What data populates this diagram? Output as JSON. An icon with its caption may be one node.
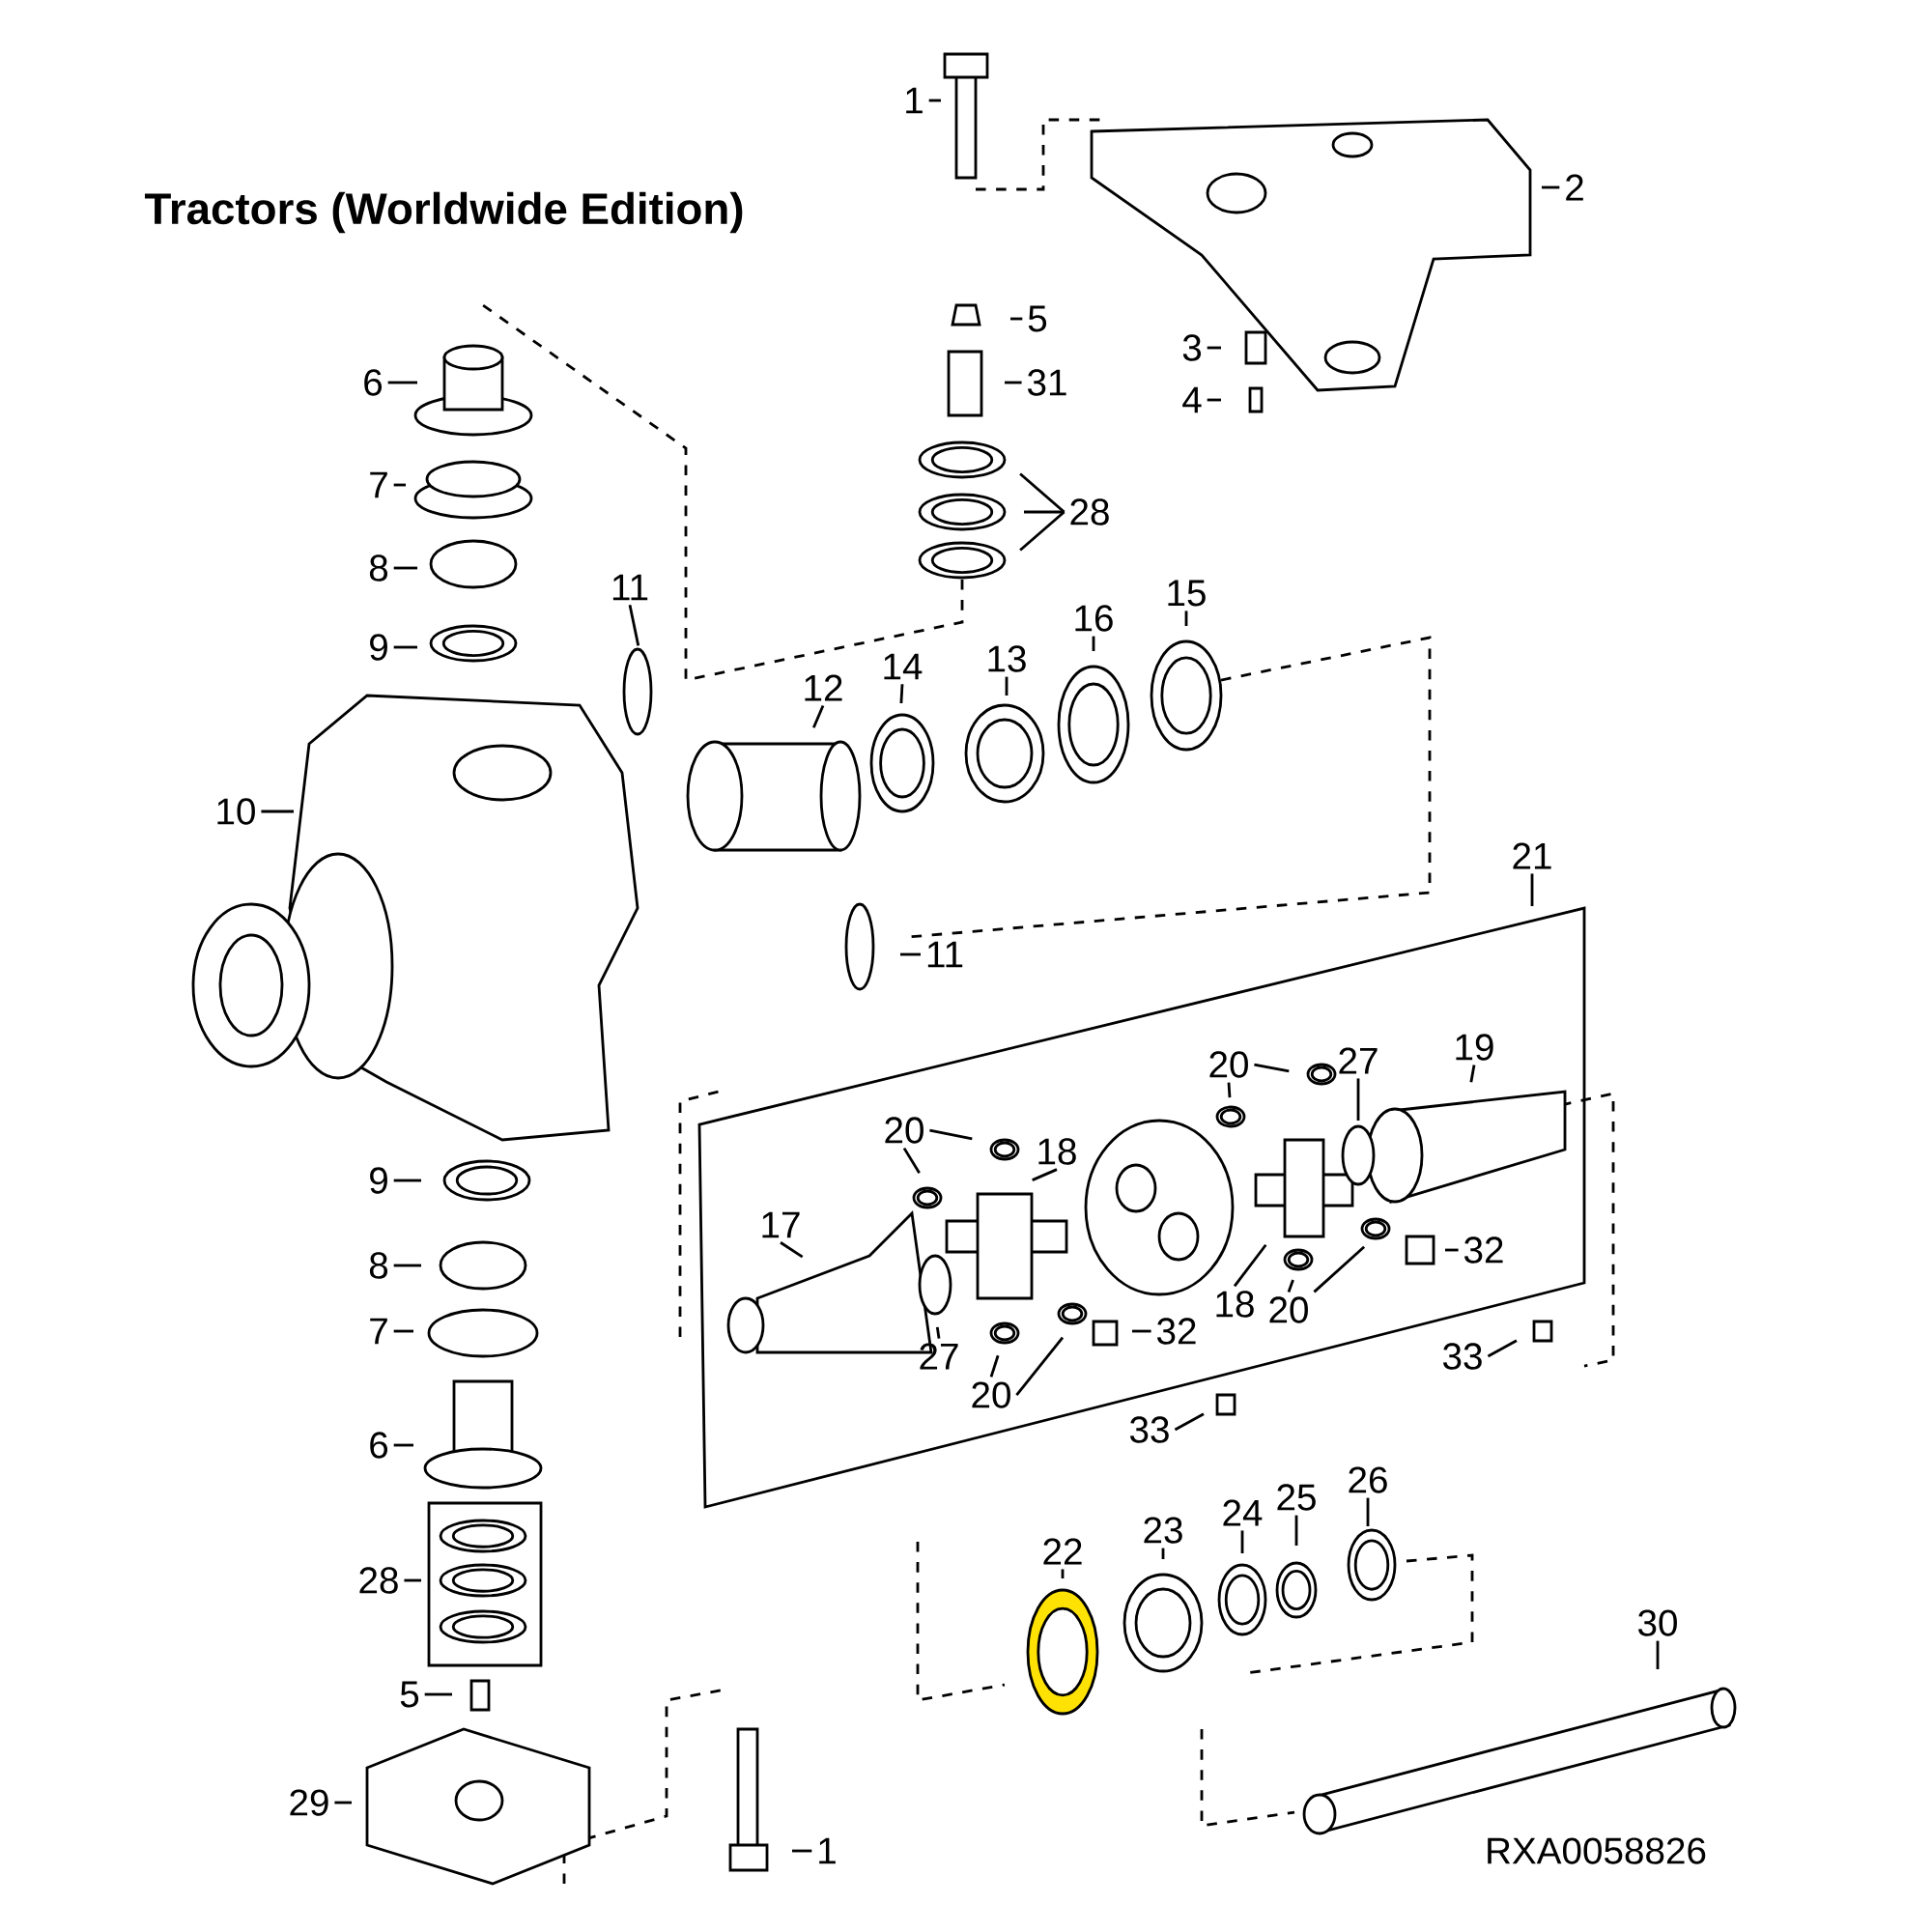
{
  "diagram": {
    "title": "Tractors (Worldwide Edition)",
    "nodes": [
      {
        "text": [
          "1"
        ]
      },
      {
        "text": [
          "2"
        ]
      },
      {
        "text": [
          "3"
        ]
      },
      {
        "text": [
          "4"
        ]
      },
      {
        "text": [
          "5"
        ]
      },
      {
        "text": [
          "31"
        ]
      },
      {
        "text": [
          "28"
        ]
      },
      {
        "text": [
          "6"
        ]
      },
      {
        "text": [
          "7"
        ]
      },
      {
        "text": [
          "8"
        ]
      },
      {
        "text": [
          "9"
        ]
      },
      {
        "text": [
          "11"
        ]
      },
      {
        "text": [
          "10"
        ]
      },
      {
        "text": [
          "12"
        ]
      },
      {
        "text": [
          "14"
        ]
      },
      {
        "text": [
          "13"
        ]
      },
      {
        "text": [
          "16"
        ]
      },
      {
        "text": [
          "15"
        ]
      },
      {
        "text": [
          "11"
        ]
      },
      {
        "text": [
          "21"
        ]
      },
      {
        "text": [
          "20"
        ]
      },
      {
        "text": [
          "27"
        ]
      },
      {
        "text": [
          "19"
        ]
      },
      {
        "text": [
          "20"
        ]
      },
      {
        "text": [
          "18"
        ]
      },
      {
        "text": [
          "17"
        ]
      },
      {
        "text": [
          "27"
        ]
      },
      {
        "text": [
          "20"
        ]
      },
      {
        "text": [
          "32"
        ]
      },
      {
        "text": [
          "18"
        ]
      },
      {
        "text": [
          "20"
        ]
      },
      {
        "text": [
          "32"
        ]
      },
      {
        "text": [
          "33"
        ]
      },
      {
        "text": [
          "33"
        ]
      },
      {
        "text": [
          "9"
        ]
      },
      {
        "text": [
          "8"
        ]
      },
      {
        "text": [
          "7"
        ]
      },
      {
        "text": [
          "6"
        ]
      },
      {
        "text": [
          "28"
        ]
      },
      {
        "text": [
          "5"
        ]
      },
      {
        "text": [
          "29"
        ]
      },
      {
        "text": [
          "1"
        ]
      },
      {
        "text": [
          "22"
        ]
      },
      {
        "text": [
          "23"
        ]
      },
      {
        "text": [
          "24"
        ]
      },
      {
        "text": [
          "25"
        ]
      },
      {
        "text": [
          "26"
        ]
      },
      {
        "text": [
          "30"
        ]
      }
    ],
    "edges": [
      {
        "from": 0,
        "to": null,
        "arrow": "none"
      },
      {
        "from": 1,
        "to": null,
        "arrow": "none"
      },
      {
        "from": 2,
        "to": null,
        "arrow": "none"
      },
      {
        "from": 3,
        "to": null,
        "arrow": "none"
      },
      {
        "from": 4,
        "to": null,
        "arrow": "none"
      },
      {
        "from": 5,
        "to": null,
        "arrow": "none"
      },
      {
        "from": 6,
        "to": null,
        "arrow": "none"
      },
      {
        "from": 6,
        "to": null,
        "arrow": "none"
      },
      {
        "from": 6,
        "to": null,
        "arrow": "none"
      },
      {
        "from": 7,
        "to": null,
        "arrow": "none"
      },
      {
        "from": 8,
        "to": null,
        "arrow": "none"
      },
      {
        "from": 9,
        "to": null,
        "arrow": "none"
      },
      {
        "from": 10,
        "to": null,
        "arrow": "none"
      },
      {
        "from": 11,
        "to": null,
        "arrow": "none"
      },
      {
        "from": 12,
        "to": null,
        "arrow": "none"
      },
      {
        "from": 13,
        "to": null,
        "arrow": "none"
      },
      {
        "from": 14,
        "to": null,
        "arrow": "none"
      },
      {
        "from": 15,
        "to": null,
        "arrow": "none"
      },
      {
        "from": 16,
        "to": null,
        "arrow": "none"
      },
      {
        "from": 17,
        "to": null,
        "arrow": "none"
      },
      {
        "from": 18,
        "to": null,
        "arrow": "none"
      },
      {
        "from": 19,
        "to": null,
        "arrow": "none"
      },
      {
        "from": 20,
        "to": null,
        "arrow": "none"
      },
      {
        "from": 20,
        "to": null,
        "arrow": "none"
      },
      {
        "from": 21,
        "to": null,
        "arrow": "none"
      },
      {
        "from": 22,
        "to": null,
        "arrow": "none"
      },
      {
        "from": 23,
        "to": null,
        "arrow": "none"
      },
      {
        "from": 23,
        "to": null,
        "arrow": "none"
      },
      {
        "from": 24,
        "to": null,
        "arrow": "none"
      },
      {
        "from": 25,
        "to": null,
        "arrow": "none"
      },
      {
        "from": 26,
        "to": null,
        "arrow": "none"
      },
      {
        "from": 27,
        "to": null,
        "arrow": "none"
      },
      {
        "from": 27,
        "to": null,
        "arrow": "none"
      },
      {
        "from": 28,
        "to": null,
        "arrow": "none"
      },
      {
        "from": 29,
        "to": null,
        "arrow": "none"
      },
      {
        "from": 30,
        "to": null,
        "arrow": "none"
      },
      {
        "from": 30,
        "to": null,
        "arrow": "none"
      },
      {
        "from": 31,
        "to": null,
        "arrow": "none"
      },
      {
        "from": 32,
        "to": null,
        "arrow": "none"
      },
      {
        "from": 33,
        "to": null,
        "arrow": "none"
      },
      {
        "from": 34,
        "to": null,
        "arrow": "none"
      },
      {
        "from": 35,
        "to": null,
        "arrow": "none"
      },
      {
        "from": 36,
        "to": null,
        "arrow": "none"
      },
      {
        "from": 37,
        "to": null,
        "arrow": "none"
      },
      {
        "from": 38,
        "to": null,
        "arrow": "none"
      },
      {
        "from": 39,
        "to": null,
        "arrow": "none"
      },
      {
        "from": 40,
        "to": null,
        "arrow": "none"
      },
      {
        "from": 41,
        "to": null,
        "arrow": "none"
      },
      {
        "from": 42,
        "to": null,
        "arrow": "none"
      },
      {
        "from": 43,
        "to": null,
        "arrow": "none"
      },
      {
        "from": 44,
        "to": null,
        "arrow": "none"
      },
      {
        "from": 45,
        "to": null,
        "arrow": "none"
      },
      {
        "from": 46,
        "to": null,
        "arrow": "none"
      },
      {
        "from": 47,
        "to": null,
        "arrow": "none"
      }
    ],
    "labels": [
      "RXA0058826"
    ]
  }
}
